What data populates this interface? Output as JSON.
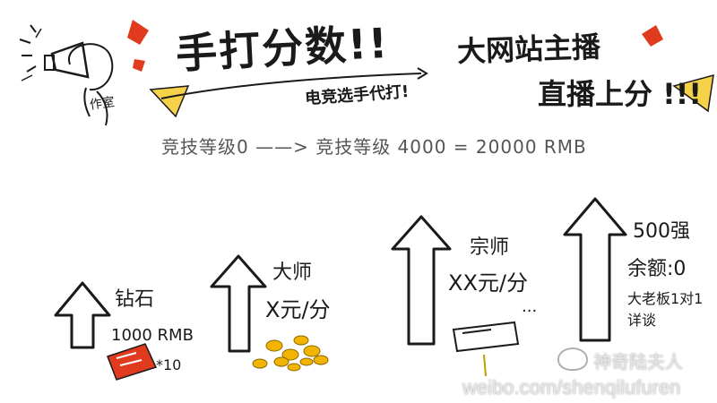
{
  "header": {
    "title": "手打分数!!",
    "sub_title": "电竞选手代打!",
    "right_title_line1": "大网站主播",
    "right_title_line2": "直播上分 !!!",
    "studio_mark": "作室"
  },
  "formula": {
    "text": "竞技等级0 ——> 竞技等级 4000 = 20000 RMB"
  },
  "tiers": [
    {
      "name": "钻石",
      "price": "1000 RMB",
      "extra": "*10"
    },
    {
      "name": "大师",
      "price": "X元/分"
    },
    {
      "name": "宗师",
      "price": "XX元/分",
      "extra": "..."
    },
    {
      "name": "500强",
      "price": "余额:0",
      "note": "大老板1对1详谈"
    }
  ],
  "watermark": {
    "handle": "神奇陆夫人",
    "url": "weibo.com/shenqilufuren"
  },
  "colors": {
    "ink": "#1a1a1a",
    "red": "#e03b1f",
    "gold": "#f2b400",
    "yellow": "#f6d24a"
  }
}
